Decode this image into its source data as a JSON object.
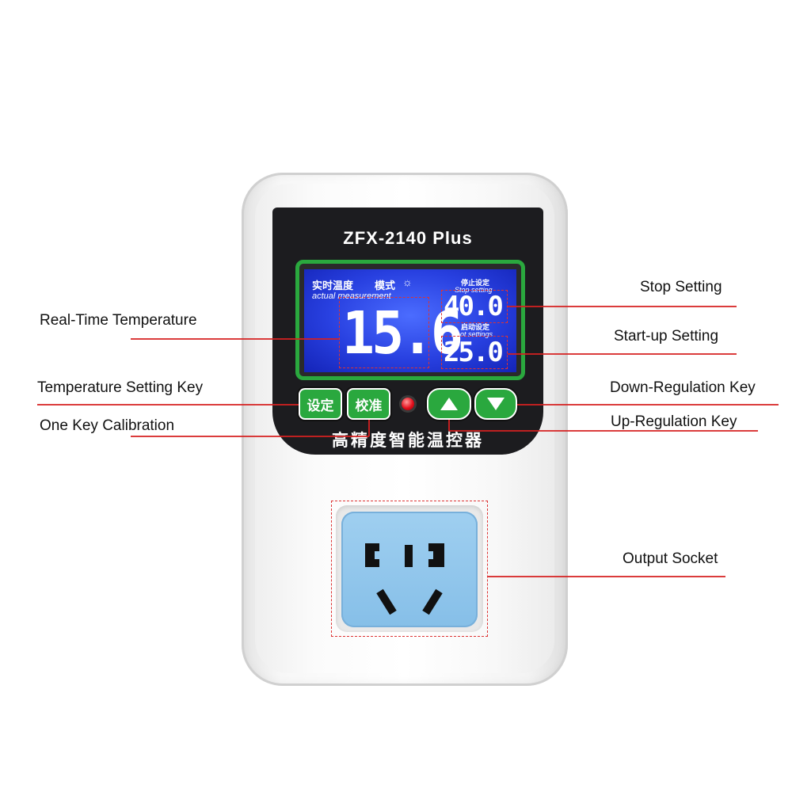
{
  "device": {
    "model": "ZFX-2140 Plus",
    "subtitle": "高精度智能温控器",
    "lcd": {
      "realtime_cn": "实时温度",
      "mode_cn": "模式",
      "mode_icon": "sun-icon",
      "actual_en": "actual measurement",
      "current_temp": "15.6",
      "stop_cn": "停止设定",
      "stop_en": "Stop setting",
      "stop_value": "40.0",
      "boot_cn": "启动设定",
      "boot_en": "Boot settings",
      "boot_value": "25.0"
    },
    "keys": {
      "set_label": "设定",
      "calibrate_label": "校准",
      "up_icon": "up-arrow-icon",
      "down_icon": "down-arrow-icon"
    },
    "colors": {
      "key_green": "#2aa83e",
      "lcd_blue": "#2840e0",
      "faceplate": "#1c1c1f",
      "socket_blue": "#9fcff0",
      "leader_red": "#d62020",
      "led_red": "#e3101d"
    }
  },
  "callouts": {
    "stop_setting": "Stop Setting",
    "realtime_temp": "Real-Time Temperature",
    "startup_setting": "Start-up Setting",
    "temp_setting_key": "Temperature Setting Key",
    "down_regulation_key": "Down-Regulation Key",
    "one_key_calibration": "One Key Calibration",
    "up_regulation_key": "Up-Regulation Key",
    "output_socket": "Output Socket"
  }
}
